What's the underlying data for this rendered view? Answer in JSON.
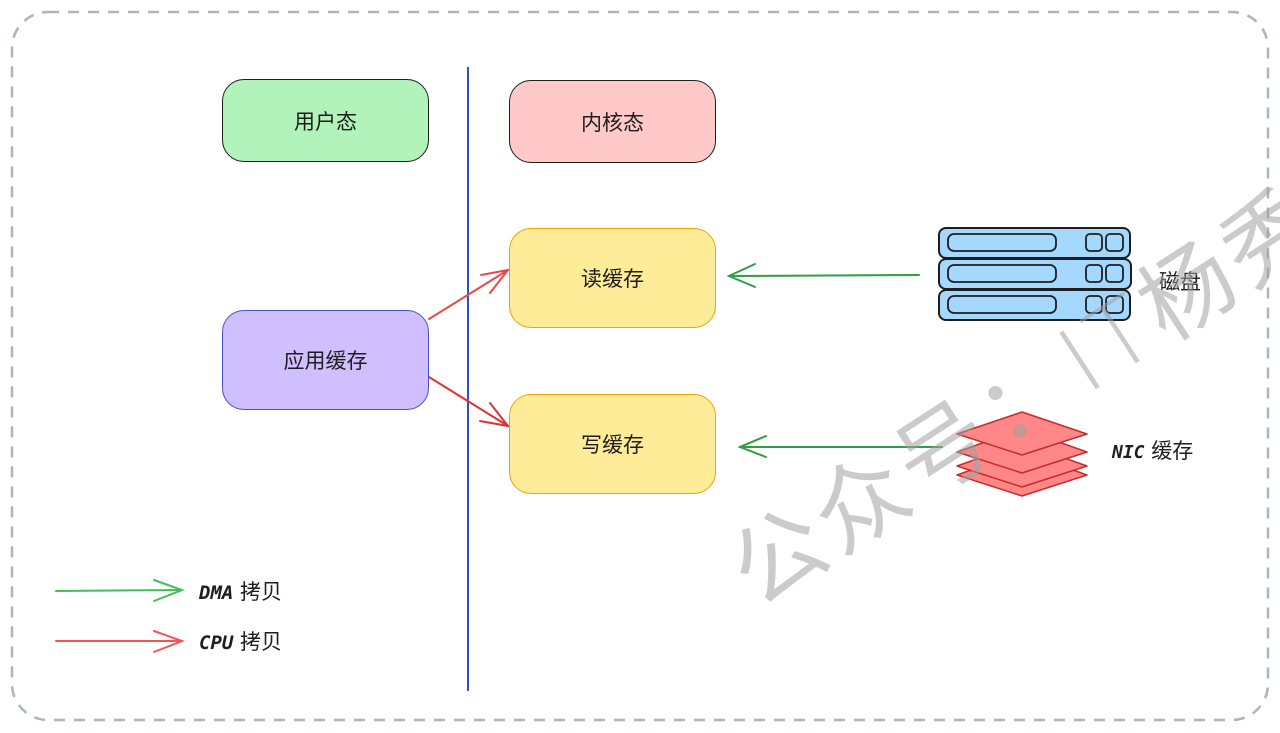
{
  "diagram": {
    "user_space": {
      "label": "用户态",
      "fill": "#b2f2bb",
      "stroke": "#1e1e1e"
    },
    "kernel_space": {
      "label": "内核态",
      "fill": "#ffc9c9",
      "stroke": "#1e1e1e"
    },
    "app_cache": {
      "label": "应用缓存",
      "fill": "#d0bfff",
      "stroke": "#4a4fc7"
    },
    "read_cache": {
      "label": "读缓存",
      "fill": "#ffec99",
      "stroke": "#f59f00"
    },
    "write_cache": {
      "label": "写缓存",
      "fill": "#ffec99",
      "stroke": "#f59f00"
    },
    "disk": {
      "label": "磁盘",
      "icon": "server-disk-icon",
      "fill": "#a5d8ff"
    },
    "nic": {
      "label_prefix": "NIC",
      "label": "缓存",
      "icon": "layers-stack-icon",
      "fill": "#ff8787"
    },
    "divider_color": "#2f4fc2",
    "edges": [
      {
        "from": "应用缓存",
        "to": "读缓存",
        "type": "CPU"
      },
      {
        "from": "应用缓存",
        "to": "写缓存",
        "type": "CPU"
      },
      {
        "from": "磁盘",
        "to": "读缓存",
        "type": "DMA"
      },
      {
        "from": "NIC 缓存",
        "to": "写缓存",
        "type": "DMA"
      }
    ],
    "legend": [
      {
        "prefix": "DMA",
        "label": "拷贝",
        "color": "#40c057"
      },
      {
        "prefix": "CPU",
        "label": "拷贝",
        "color": "#fa5252"
      }
    ],
    "colors": {
      "dma_arrow": "#2f9e44",
      "cpu_arrow": "#e03131",
      "frame": "#adb5bd"
    },
    "watermark": "公众号：IT杨秀才"
  }
}
